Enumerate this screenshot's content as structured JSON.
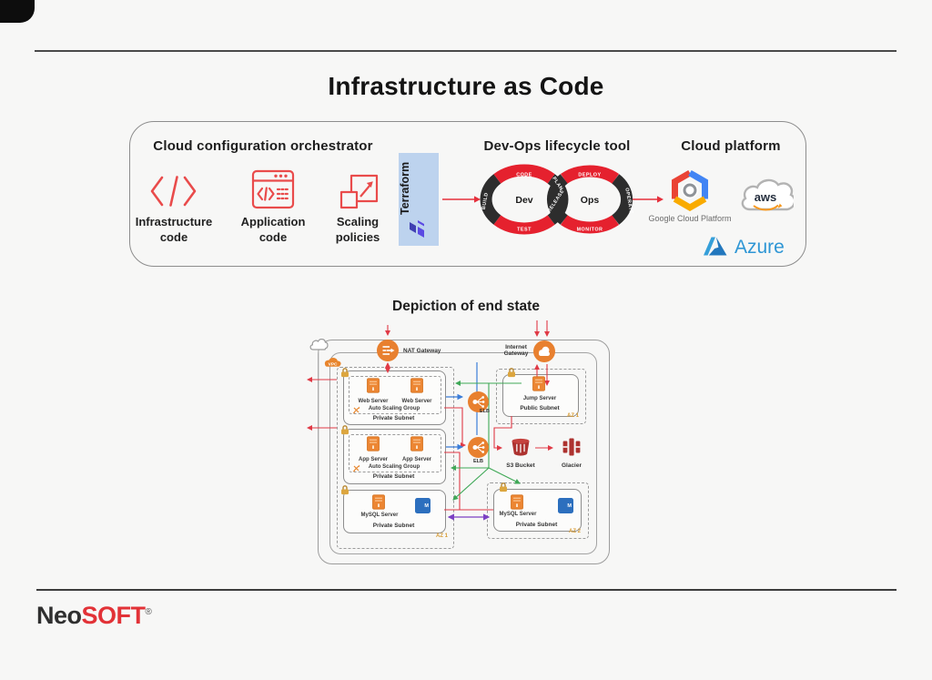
{
  "page": {
    "background": "#f7f7f6"
  },
  "header": {
    "title": "Infrastructure as Code"
  },
  "pipeline": {
    "orchestrator": {
      "heading": "Cloud configuration orchestrator",
      "items": [
        {
          "icon": "code-brackets-icon",
          "line1": "Infrastructure",
          "line2": "code"
        },
        {
          "icon": "app-window-code-icon",
          "line1": "Application",
          "line2": "code"
        },
        {
          "icon": "scaling-squares-icon",
          "line1": "Scaling",
          "line2": "policies"
        }
      ]
    },
    "terraform": {
      "label": "Terraform"
    },
    "devops": {
      "heading": "Dev-Ops lifecycle tool",
      "dev": "Dev",
      "ops": "Ops",
      "segments": {
        "code": "CODE",
        "plan": "PLAN",
        "build": "BUILD",
        "test": "TEST",
        "release": "RELEASE",
        "deploy": "DEPLOY",
        "operate": "OPERATE",
        "monitor": "MONITOR"
      }
    },
    "cloud_platform": {
      "heading": "Cloud platform",
      "gcp_caption": "Google Cloud Platform",
      "aws_label": "aws",
      "azure_label": "Azure"
    }
  },
  "end_state": {
    "heading": "Depiction of end state",
    "vpc": "VPC",
    "nat_gateway": "NAT Gateway",
    "internet_gateway": {
      "line1": "Internet",
      "line2": "Gateway"
    },
    "web_tier": {
      "server1": "Web Server",
      "server2": "Web Server",
      "asg": "Auto Scaling Group",
      "subnet": "Private Subnet"
    },
    "app_tier": {
      "server1": "App Server",
      "server2": "App Server",
      "asg": "Auto Scaling Group",
      "subnet": "Private Subnet"
    },
    "db_left": {
      "server": "MySQL Server",
      "m": "M",
      "subnet": "Private Subnet"
    },
    "db_right": {
      "server": "MySQL Server",
      "m": "M",
      "subnet": "Private Subnet"
    },
    "jump": {
      "server": "Jump Server",
      "subnet": "Public Subnet"
    },
    "elb1": "ELB",
    "elb2": "ELB",
    "s3": "S3 Bucket",
    "glacier": "Glacier",
    "az_left": "AZ 1",
    "az_jump": "AZ 1",
    "az_right": "AZ 2"
  },
  "footer": {
    "brand_dark": "Neo",
    "brand_red": "SOFT",
    "registered": "®"
  },
  "colors": {
    "accent_red": "#e5303c",
    "aws_orange": "#e8802f",
    "bucket_red": "#ad322f",
    "terraform_purple": "#5b4ae3",
    "terraform_bg": "#bdd3ee",
    "azure_blue": "#2e96d5",
    "google_red": "#ea4335",
    "google_yellow": "#f9ab00",
    "google_blue": "#4285f4",
    "line_blue": "#3b7dd8",
    "line_green": "#3fa857",
    "line_purple": "#7b3fc4",
    "az_label_orange": "#d79b34",
    "loop_dark": "#2d2d2d"
  }
}
